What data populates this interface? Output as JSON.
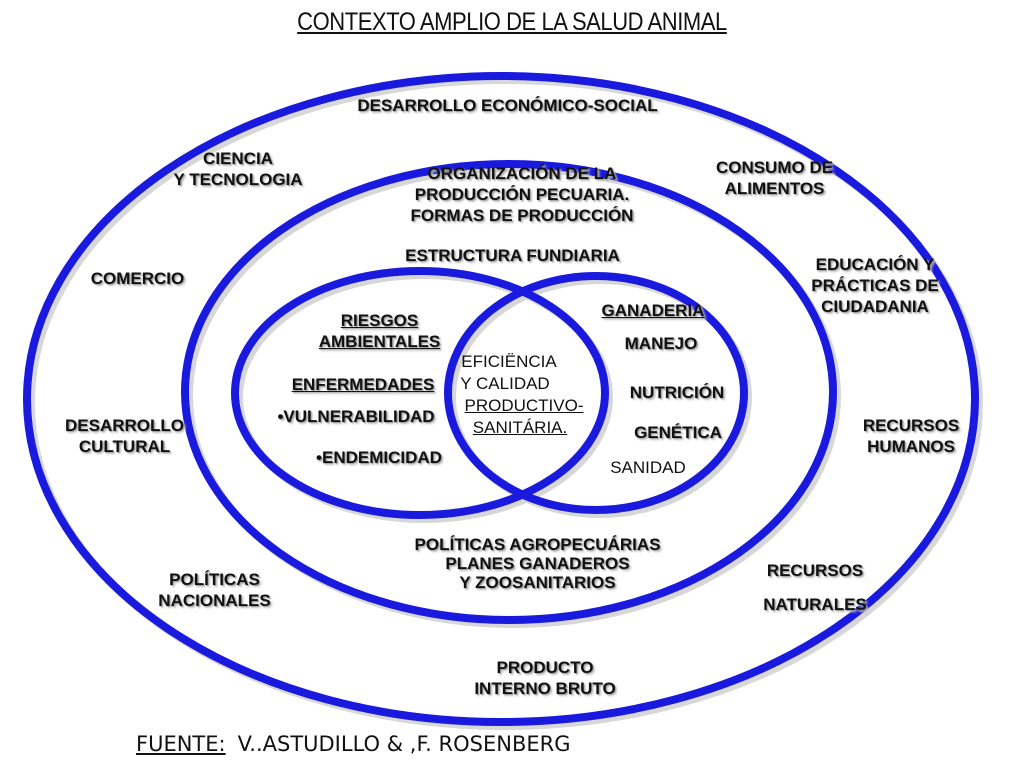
{
  "title": "CONTEXTO AMPLIO DE LA SALUD ANIMAL",
  "colors": {
    "ring": "#1a1adf",
    "ring_shadow": "#b8b8b8"
  },
  "outer": {
    "top": "DESARROLLO  ECONÓMICO-SOCIAL",
    "ciencia": [
      "CIENCIA",
      "Y TECNOLOGIA"
    ],
    "consumo": [
      "CONSUMO DE",
      "ALIMENTOS"
    ],
    "comercio": "COMERCIO",
    "educacion": [
      "EDUCACIÓN Y",
      "PRÁCTICAS  DE",
      "CIUDADANIA"
    ],
    "cultural": [
      "DESARROLLO",
      "CULTURAL"
    ],
    "humanos": [
      "RECURSOS",
      "HUMANOS"
    ],
    "politicas": [
      "POLÍTICAS",
      "NACIONALES"
    ],
    "naturales": [
      "RECURSOS",
      "NATURALES"
    ],
    "pib": [
      "PRODUCTO",
      "INTERNO BRUTO"
    ]
  },
  "middle": {
    "organizacion": [
      "ORGANIZACIÓN DE LA",
      "PRODUCCIÓN PECUARIA.",
      "FORMAS DE PRODUCCIÓN"
    ],
    "estructura": "ESTRUCTURA FUNDIARIA",
    "politicas": [
      "POLÍTICAS AGROPECUÁRIAS",
      "PLANES  GANADEROS",
      "Y ZOOSANITARIOS"
    ]
  },
  "left_circle": {
    "riesgos": [
      "RIESGOS",
      "AMBIENTALES"
    ],
    "enfermedades": "ENFERMEDADES",
    "vulnerabilidad": "•VULNERABILIDAD",
    "endemicidad": "•ENDEMICIDAD"
  },
  "right_circle": {
    "ganaderia": "GANADERIA",
    "manejo": "MANEJO",
    "nutricion": "NUTRICIÓN",
    "genetica": "GENÉTICA",
    "sanidad": "SANIDAD"
  },
  "center": {
    "line1": "EFICIËNCIA",
    "line2": "Y CALIDAD",
    "line3": "PRODUCTIVO-",
    "line4": "SANITÁRIA."
  },
  "source": {
    "label": "FUENTE:",
    "text": "V..ASTUDILLO  & ,F. ROSENBERG"
  }
}
